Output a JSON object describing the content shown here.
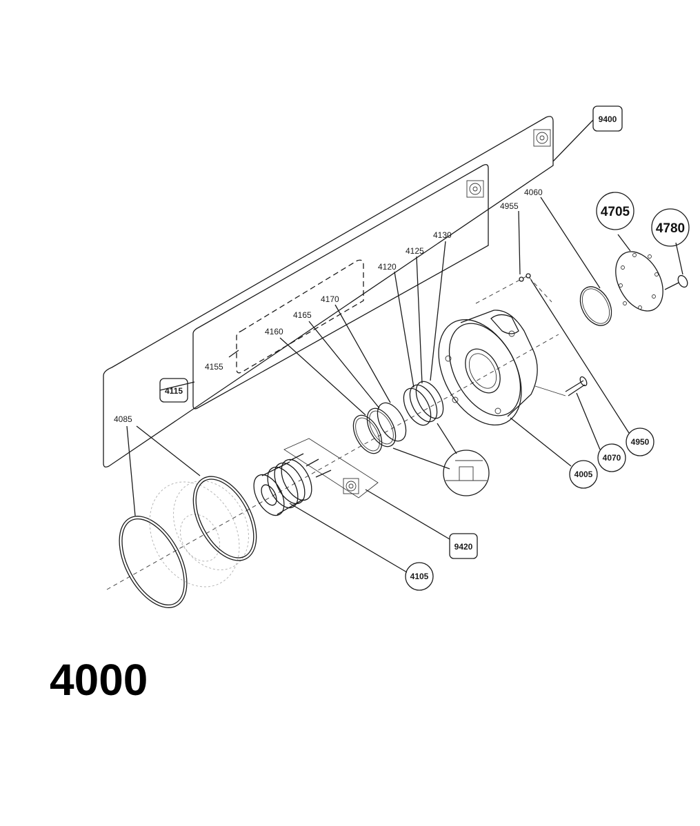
{
  "diagram": {
    "title": "4000",
    "callouts": {
      "c4005": "4005",
      "c4070": "4070",
      "c4950": "4950",
      "c4105": "4105",
      "c4705": "4705",
      "c4780": "4780"
    },
    "boxed_callouts": {
      "c9400": "9400",
      "c4115": "4115",
      "c9420": "9420"
    },
    "text_labels": {
      "c4060": "4060",
      "c4955": "4955",
      "c4130": "4130",
      "c4125": "4125",
      "c4120": "4120",
      "c4170": "4170",
      "c4165": "4165",
      "c4160": "4160",
      "c4155": "4155",
      "c4085": "4085"
    }
  }
}
